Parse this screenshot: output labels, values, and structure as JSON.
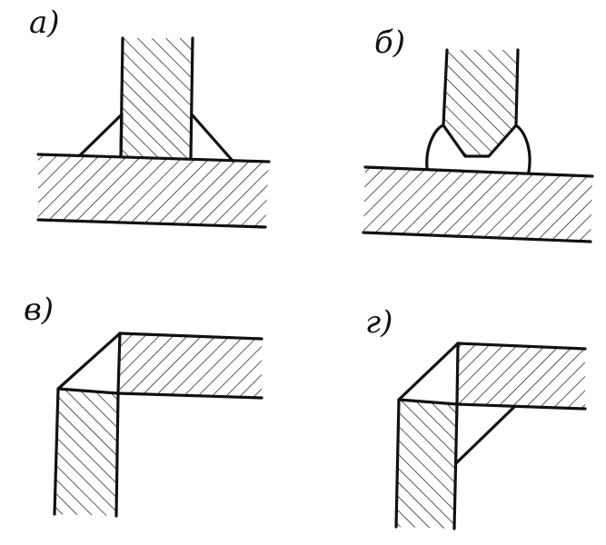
{
  "panels": [
    {
      "id": "a",
      "label": "а)"
    },
    {
      "id": "b",
      "label": "б)"
    },
    {
      "id": "v",
      "label": "в)"
    },
    {
      "id": "g",
      "label": "г)"
    }
  ],
  "colors": {
    "ink": "#111111",
    "paper": "#ffffff"
  }
}
